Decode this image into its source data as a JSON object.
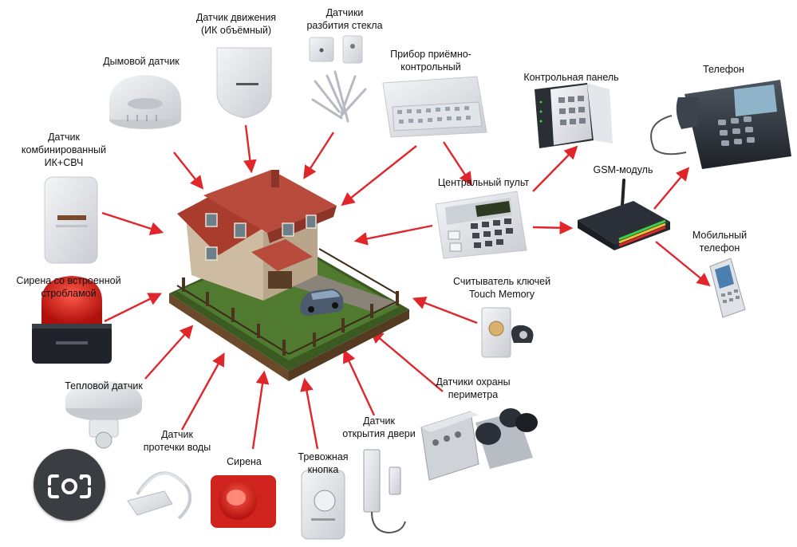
{
  "labels": {
    "motion": [
      "Датчик движения",
      "(ИК объёмный)"
    ],
    "glass": [
      "Датчики",
      "разбития стекла"
    ],
    "smoke": [
      "Дымовой датчик"
    ],
    "receiver": [
      "Прибор приёмно-",
      "контрольный"
    ],
    "control_panel": [
      "Контрольная панель"
    ],
    "phone": [
      "Телефон"
    ],
    "combined": [
      "Датчик",
      "комбинированный",
      "ИК+СВЧ"
    ],
    "central": [
      "Центральный пульт"
    ],
    "gsm": [
      "GSM-модуль"
    ],
    "mobile": [
      "Мобильный",
      "телефон"
    ],
    "siren_strobe": [
      "Сирена со встроенной",
      "стробламой"
    ],
    "touch": [
      "Считыватель ключей",
      "Touch Memory"
    ],
    "heat": [
      "Тепловой датчик"
    ],
    "perimeter": [
      "Датчики охраны",
      "периметра"
    ],
    "water": [
      "Датчик",
      "протечки воды"
    ],
    "siren": [
      "Сирена"
    ],
    "panic": [
      "Тревожная",
      "кнопка"
    ],
    "door": [
      "Датчик",
      "открытия двери"
    ]
  },
  "colors": {
    "arrow": "#e0262b",
    "roof": "#b84b3c",
    "wall": "#d9c9b3",
    "grass": "#4f7a2f",
    "device": "#e9ebee"
  },
  "icons": {
    "lens": "camera-lens-search-icon"
  }
}
